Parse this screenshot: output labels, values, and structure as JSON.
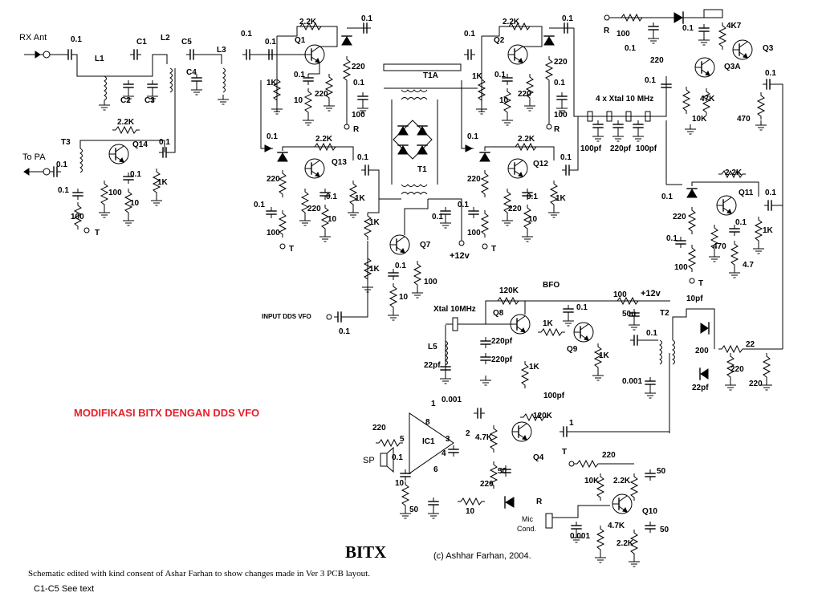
{
  "title": "BITX",
  "credit": "(c) Ashhar Farhan, 2004.",
  "modification_title": "MODIFIKASI BITX DENGAN DDS VFO",
  "notes": [
    "Schematic edited with kind consent of Ashar Farhan to show changes made in Ver 3 PCB layout.",
    "C1-C5 See text"
  ],
  "colors": {
    "ink": "#000000",
    "accent_red": "#e8202a",
    "background": "#ffffff"
  },
  "ports": {
    "rx_ant": "RX Ant",
    "to_pa": "To PA",
    "input_dds_vfo": "INPUT DDS VFO",
    "supply": "+12v",
    "bfo": "BFO",
    "xtal_bfo": "Xtal 10MHz",
    "xtal_filter": "4 x Xtal 10 MHz",
    "speaker": "SP",
    "mic": [
      "Mic",
      "Cond."
    ]
  },
  "labels": [
    {
      "id": "l1",
      "t": "0.1"
    },
    {
      "id": "l2",
      "t": "C1"
    },
    {
      "id": "l3",
      "t": "L2"
    },
    {
      "id": "l4",
      "t": "C5"
    },
    {
      "id": "l5",
      "t": "L1"
    },
    {
      "id": "l6",
      "t": "L3"
    },
    {
      "id": "l7",
      "t": "C4"
    },
    {
      "id": "l8",
      "t": "C2"
    },
    {
      "id": "l9",
      "t": "C3"
    },
    {
      "id": "l10",
      "t": "0.1"
    },
    {
      "id": "l11",
      "t": "0.1"
    },
    {
      "id": "l12",
      "t": "2.2K"
    },
    {
      "id": "l13",
      "t": "0.1"
    },
    {
      "id": "l14",
      "t": "Q1"
    },
    {
      "id": "l15",
      "t": "1K"
    },
    {
      "id": "l16",
      "t": "0.1"
    },
    {
      "id": "l17",
      "t": "220"
    },
    {
      "id": "l18",
      "t": "220"
    },
    {
      "id": "l19",
      "t": "0.1"
    },
    {
      "id": "l20",
      "t": "10"
    },
    {
      "id": "l21",
      "t": "100"
    },
    {
      "id": "l22",
      "t": "R"
    },
    {
      "id": "l23",
      "t": "T1A"
    },
    {
      "id": "l24",
      "t": "T1"
    },
    {
      "id": "l25",
      "t": "0.1"
    },
    {
      "id": "l26",
      "t": "2.2K"
    },
    {
      "id": "l27",
      "t": "0.1"
    },
    {
      "id": "l28",
      "t": "Q2"
    },
    {
      "id": "l29",
      "t": "1K"
    },
    {
      "id": "l30",
      "t": "0.1"
    },
    {
      "id": "l31",
      "t": "220"
    },
    {
      "id": "l32",
      "t": "220"
    },
    {
      "id": "l33",
      "t": "10"
    },
    {
      "id": "l34",
      "t": "0.1"
    },
    {
      "id": "l35",
      "t": "100"
    },
    {
      "id": "l36",
      "t": "R"
    },
    {
      "id": "l37",
      "t": "R"
    },
    {
      "id": "l38",
      "t": "100"
    },
    {
      "id": "l39",
      "t": "0.1"
    },
    {
      "id": "l40",
      "t": "0.1"
    },
    {
      "id": "l41",
      "t": "4K7"
    },
    {
      "id": "l42",
      "t": "Q3"
    },
    {
      "id": "l43",
      "t": "220"
    },
    {
      "id": "l44",
      "t": "Q3A"
    },
    {
      "id": "l45",
      "t": "0.1"
    },
    {
      "id": "l46",
      "t": "47K"
    },
    {
      "id": "l47",
      "t": "10K"
    },
    {
      "id": "l48",
      "t": "470"
    },
    {
      "id": "l49",
      "t": "0.1"
    },
    {
      "id": "l50",
      "t": "100pf"
    },
    {
      "id": "l51",
      "t": "220pf"
    },
    {
      "id": "l52",
      "t": "100pf"
    },
    {
      "id": "l53",
      "t": "2.2K"
    },
    {
      "id": "l54",
      "t": "Q14"
    },
    {
      "id": "l55",
      "t": "T3"
    },
    {
      "id": "l56",
      "t": "0.1"
    },
    {
      "id": "l57",
      "t": "0.1"
    },
    {
      "id": "l58",
      "t": "0.1"
    },
    {
      "id": "l59",
      "t": "100"
    },
    {
      "id": "l60",
      "t": "10"
    },
    {
      "id": "l61",
      "t": "1K"
    },
    {
      "id": "l62",
      "t": "0.1"
    },
    {
      "id": "l63",
      "t": "100"
    },
    {
      "id": "l64",
      "t": "T"
    },
    {
      "id": "l65",
      "t": "0.1"
    },
    {
      "id": "l66",
      "t": "2.2K"
    },
    {
      "id": "l67",
      "t": "Q13"
    },
    {
      "id": "l68",
      "t": "0.1"
    },
    {
      "id": "l69",
      "t": "220"
    },
    {
      "id": "l70",
      "t": "1K"
    },
    {
      "id": "l71",
      "t": "0.1"
    },
    {
      "id": "l72",
      "t": "220"
    },
    {
      "id": "l73",
      "t": "0.1"
    },
    {
      "id": "l74",
      "t": "10"
    },
    {
      "id": "l75",
      "t": "100"
    },
    {
      "id": "l76",
      "t": "T"
    },
    {
      "id": "l77",
      "t": "0.1"
    },
    {
      "id": "l78",
      "t": "2.2K"
    },
    {
      "id": "l79",
      "t": "Q12"
    },
    {
      "id": "l80",
      "t": "0.1"
    },
    {
      "id": "l81",
      "t": "220"
    },
    {
      "id": "l82",
      "t": "1K"
    },
    {
      "id": "l83",
      "t": "0.1"
    },
    {
      "id": "l84",
      "t": "220"
    },
    {
      "id": "l85",
      "t": "0.1"
    },
    {
      "id": "l86",
      "t": "10"
    },
    {
      "id": "l87",
      "t": "100"
    },
    {
      "id": "l88",
      "t": "T"
    },
    {
      "id": "l89",
      "t": "0.1"
    },
    {
      "id": "l90",
      "t": "2.2K"
    },
    {
      "id": "l91",
      "t": "Q11"
    },
    {
      "id": "l92",
      "t": "0.1"
    },
    {
      "id": "l93",
      "t": "220"
    },
    {
      "id": "l94",
      "t": "0.1"
    },
    {
      "id": "l95",
      "t": "1K"
    },
    {
      "id": "l96",
      "t": "0.1"
    },
    {
      "id": "l97",
      "t": "470"
    },
    {
      "id": "l98",
      "t": "4.7"
    },
    {
      "id": "l99",
      "t": "100"
    },
    {
      "id": "l100",
      "t": "T"
    },
    {
      "id": "l101",
      "t": "1K"
    },
    {
      "id": "l102",
      "t": "Q7"
    },
    {
      "id": "l103",
      "t": "1K"
    },
    {
      "id": "l104",
      "t": "0.1"
    },
    {
      "id": "l105",
      "t": "100"
    },
    {
      "id": "l106",
      "t": "10"
    },
    {
      "id": "l107",
      "t": "0.1"
    },
    {
      "id": "l108",
      "t": "0.1"
    },
    {
      "id": "l109",
      "t": "120K"
    },
    {
      "id": "l110",
      "t": "Q8"
    },
    {
      "id": "l111",
      "t": "0.1"
    },
    {
      "id": "l112",
      "t": "100"
    },
    {
      "id": "l113",
      "t": "1K"
    },
    {
      "id": "l114",
      "t": "Q9"
    },
    {
      "id": "l115",
      "t": "50u"
    },
    {
      "id": "l116",
      "t": "220pf"
    },
    {
      "id": "l117",
      "t": "220pf"
    },
    {
      "id": "l118",
      "t": "1K"
    },
    {
      "id": "l119",
      "t": "L5"
    },
    {
      "id": "l120",
      "t": "22pf"
    },
    {
      "id": "l121",
      "t": "1K"
    },
    {
      "id": "l122",
      "t": "0.1"
    },
    {
      "id": "l123",
      "t": "10pf"
    },
    {
      "id": "l124",
      "t": "T2"
    },
    {
      "id": "l125",
      "t": "200"
    },
    {
      "id": "l126",
      "t": "22"
    },
    {
      "id": "l127",
      "t": "220"
    },
    {
      "id": "l128",
      "t": "220"
    },
    {
      "id": "l129",
      "t": "0.001"
    },
    {
      "id": "l130",
      "t": "22pf"
    },
    {
      "id": "l131",
      "t": "220"
    },
    {
      "id": "l132",
      "t": "0.001"
    },
    {
      "id": "l133",
      "t": "1"
    },
    {
      "id": "l134",
      "t": "8"
    },
    {
      "id": "l135",
      "t": "5"
    },
    {
      "id": "l136",
      "t": "IC1"
    },
    {
      "id": "l137",
      "t": "3"
    },
    {
      "id": "l138",
      "t": "2"
    },
    {
      "id": "l139",
      "t": "4"
    },
    {
      "id": "l140",
      "t": "6"
    },
    {
      "id": "l141",
      "t": "0.1"
    },
    {
      "id": "l142",
      "t": "10"
    },
    {
      "id": "l143",
      "t": "50"
    },
    {
      "id": "l144",
      "t": "10"
    },
    {
      "id": "l145",
      "t": "R"
    },
    {
      "id": "l146",
      "t": "100pf"
    },
    {
      "id": "l147",
      "t": "120K"
    },
    {
      "id": "l148",
      "t": "4.7K"
    },
    {
      "id": "l149",
      "t": "Q4"
    },
    {
      "id": "l150",
      "t": "1"
    },
    {
      "id": "l151",
      "t": "50"
    },
    {
      "id": "l152",
      "t": "220"
    },
    {
      "id": "l153",
      "t": "T"
    },
    {
      "id": "l154",
      "t": "220"
    },
    {
      "id": "l155",
      "t": "10K"
    },
    {
      "id": "l156",
      "t": "2.2K"
    },
    {
      "id": "l157",
      "t": "50"
    },
    {
      "id": "l158",
      "t": "Q10"
    },
    {
      "id": "l159",
      "t": "0.001"
    },
    {
      "id": "l160",
      "t": "4.7K"
    },
    {
      "id": "l161",
      "t": "2.2K"
    },
    {
      "id": "l162",
      "t": "50"
    },
    {
      "id": "l163",
      "t": "T"
    },
    {
      "id": "l164",
      "t": "220"
    }
  ]
}
